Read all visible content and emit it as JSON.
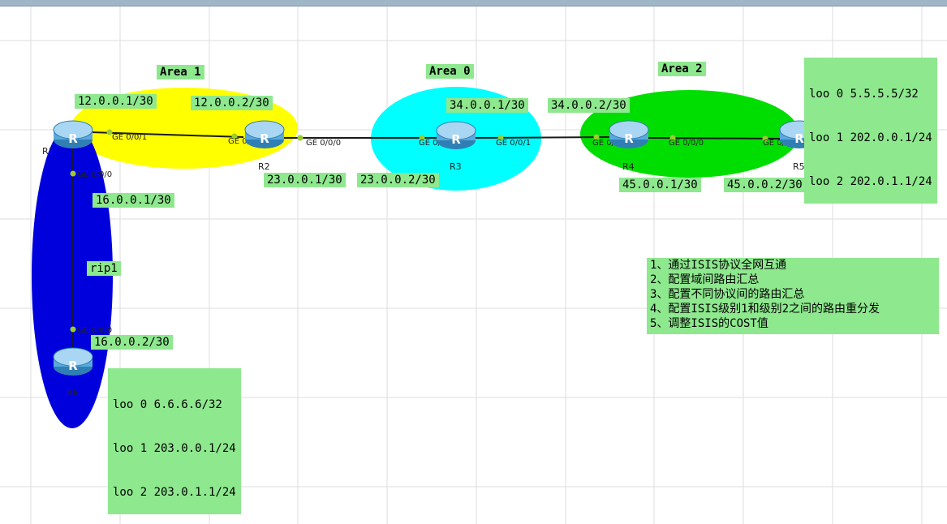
{
  "areas": {
    "area1": "Area 1",
    "area0": "Area 0",
    "area2": "Area 2",
    "rip": "rip1"
  },
  "routers": {
    "r1": "R1",
    "r2": "R2",
    "r3": "R3",
    "r4": "R4",
    "r5": "R5",
    "r6": "R6",
    "icon_letter": "R"
  },
  "ip_labels": {
    "r1_r2_left": "12.0.0.1/30",
    "r1_r2_right": "12.0.0.2/30",
    "r1_r6_top": "16.0.0.1/30",
    "r1_r6_bottom": "16.0.0.2/30",
    "r2_r3_left": "23.0.0.1/30",
    "r2_r3_right": "23.0.0.2/30",
    "r3_r4_left": "34.0.0.1/30",
    "r3_r4_right": "34.0.0.2/30",
    "r4_r5_left": "45.0.0.1/30",
    "r4_r5_right": "45.0.0.2/30"
  },
  "ports": {
    "r1_to_r2": "GE 0/0/1",
    "r1_to_r6": "GE 0/0/0",
    "r2_to_r1": "GE 0/0/1",
    "r2_to_r3": "GE 0/0/0",
    "r3_to_r2": "GE 0/0/0",
    "r3_to_r4": "GE 0/0/1",
    "r4_to_r3": "GE 0/0/1",
    "r4_to_r5": "GE 0/0/0",
    "r5_to_r4": "GE 0/0/0",
    "r6_to_r1": "GE 0/0/0"
  },
  "loopbacks": {
    "r5": [
      "loo 0 5.5.5.5/32",
      "loo 1 202.0.0.1/24",
      "loo 2 202.0.1.1/24"
    ],
    "r6": [
      "loo 0 6.6.6.6/32",
      "loo 1 203.0.0.1/24",
      "loo 2 203.0.1.1/24"
    ]
  },
  "notes": [
    "1、通过ISIS协议全网互通",
    "2、配置域间路由汇总",
    "3、配置不同协议间的路由汇总",
    "4、配置ISIS级别1和级别2之间的路由重分发",
    "5、调整ISIS的COST值"
  ],
  "colors": {
    "area1": "#ffff00",
    "area0": "#00ffff",
    "area2": "#00dd00",
    "rip": "#0000dd",
    "label_bg": "#8ee88e",
    "router_body": "#5aa9dc"
  }
}
